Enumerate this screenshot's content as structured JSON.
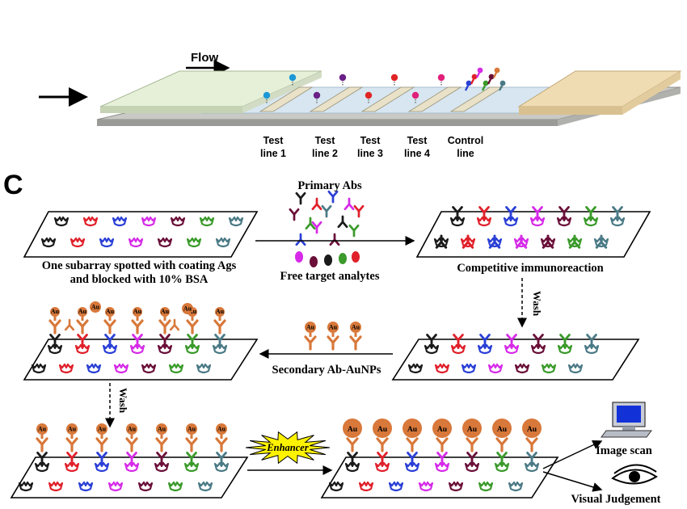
{
  "strip": {
    "flow_label": "Flow",
    "test_lines": [
      {
        "line1": "Test",
        "line2": "line 1",
        "color": "#1c98d6"
      },
      {
        "line1": "Test",
        "line2": "line 2",
        "color": "#6a1f86"
      },
      {
        "line1": "Test",
        "line2": "line 3",
        "color": "#e02424"
      },
      {
        "line1": "Test",
        "line2": "line 4",
        "color": "#e0207a"
      }
    ],
    "control_line": {
      "line1": "Control",
      "line2": "line"
    }
  },
  "panel_label": "C",
  "steps": {
    "primary_abs": "Primary Abs",
    "free_analytes": "Free target analytes",
    "subarray_caption_1": "One subarray spotted with coating Ags",
    "subarray_caption_2": "and blocked with 10% BSA",
    "competitive": "Competitive immunoreaction",
    "wash_1": "Wash",
    "secondary": "Secondary Ab-AuNPs",
    "wash_2": "Wash",
    "enhancer": "Enhancer",
    "image_scan": "Image scan",
    "visual": "Visual Judgement",
    "au": "Au"
  },
  "colors": {
    "black": "#1a1a1a",
    "red": "#e0202a",
    "blue": "#2a3fd6",
    "magenta": "#d62ae8",
    "maroon": "#6a0f38",
    "green": "#3a9a2a",
    "teal": "#4a7a86",
    "gold": "#d8783a",
    "enhancer_fill": "#fff200"
  },
  "spot_palette": [
    "black",
    "red",
    "blue",
    "magenta",
    "maroon",
    "green",
    "teal"
  ]
}
